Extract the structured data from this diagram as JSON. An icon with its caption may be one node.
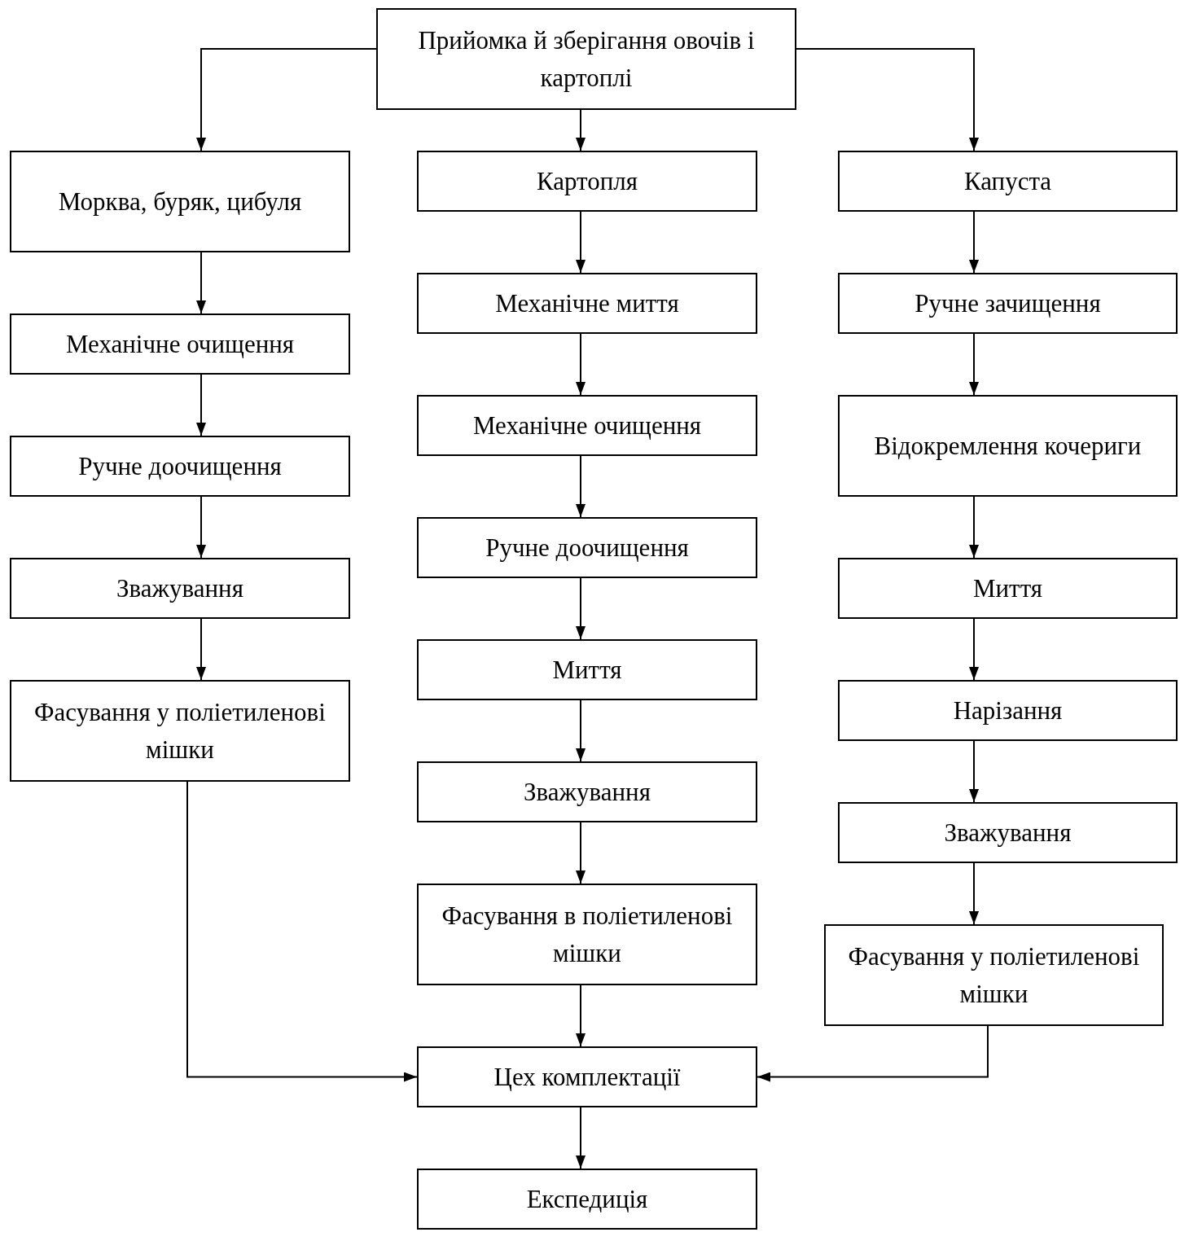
{
  "diagram": {
    "nodes": [
      {
        "text": [
          "Прийомка й зберігання овочів і картоплі"
        ]
      },
      {
        "text": [
          "Морква, буряк, цибуля"
        ]
      },
      {
        "text": [
          "Механічне очищення"
        ]
      },
      {
        "text": [
          "Ручне доочищення"
        ]
      },
      {
        "text": [
          "Зважування"
        ]
      },
      {
        "text": [
          "Фасування у поліетиленові мішки"
        ]
      },
      {
        "text": [
          "Картопля"
        ]
      },
      {
        "text": [
          "Механічне миття"
        ]
      },
      {
        "text": [
          "Механічне очищення"
        ]
      },
      {
        "text": [
          "Ручне доочищення"
        ]
      },
      {
        "text": [
          "Миття"
        ]
      },
      {
        "text": [
          "Зважування"
        ]
      },
      {
        "text": [
          "Фасування в поліетиленові мішки"
        ]
      },
      {
        "text": [
          "Цех комплектації"
        ]
      },
      {
        "text": [
          "Експедиція"
        ]
      },
      {
        "text": [
          "Капуста"
        ]
      },
      {
        "text": [
          "Ручне зачищення"
        ]
      },
      {
        "text": [
          "Відокремлення кочериги"
        ]
      },
      {
        "text": [
          "Миття"
        ]
      },
      {
        "text": [
          "Нарізання"
        ]
      },
      {
        "text": [
          "Зважування"
        ]
      },
      {
        "text": [
          "Фасування у поліетиленові мішки"
        ]
      }
    ],
    "edges": [
      {
        "from": 0,
        "to": 1,
        "arrow": "to"
      },
      {
        "from": 0,
        "to": 6,
        "arrow": "to"
      },
      {
        "from": 0,
        "to": 15,
        "arrow": "to"
      },
      {
        "from": 1,
        "to": 2,
        "arrow": "to"
      },
      {
        "from": 2,
        "to": 3,
        "arrow": "to"
      },
      {
        "from": 3,
        "to": 4,
        "arrow": "to"
      },
      {
        "from": 4,
        "to": 5,
        "arrow": "to"
      },
      {
        "from": 6,
        "to": 7,
        "arrow": "to"
      },
      {
        "from": 7,
        "to": 8,
        "arrow": "to"
      },
      {
        "from": 8,
        "to": 9,
        "arrow": "to"
      },
      {
        "from": 9,
        "to": 10,
        "arrow": "to"
      },
      {
        "from": 10,
        "to": 11,
        "arrow": "to"
      },
      {
        "from": 11,
        "to": 12,
        "arrow": "to"
      },
      {
        "from": 12,
        "to": 13,
        "arrow": "to"
      },
      {
        "from": 15,
        "to": 16,
        "arrow": "to"
      },
      {
        "from": 16,
        "to": 17,
        "arrow": "to"
      },
      {
        "from": 17,
        "to": 18,
        "arrow": "to"
      },
      {
        "from": 18,
        "to": 19,
        "arrow": "to"
      },
      {
        "from": 19,
        "to": 20,
        "arrow": "to"
      },
      {
        "from": 20,
        "to": 21,
        "arrow": "to"
      },
      {
        "from": 5,
        "to": 13,
        "arrow": "to"
      },
      {
        "from": 21,
        "to": 13,
        "arrow": "to"
      },
      {
        "from": 13,
        "to": 14,
        "arrow": "to"
      }
    ]
  }
}
